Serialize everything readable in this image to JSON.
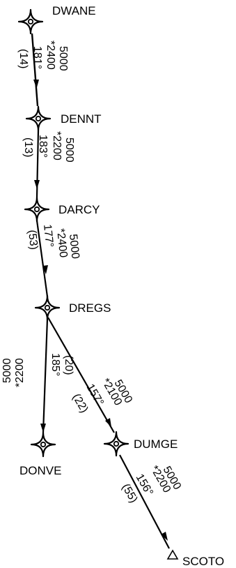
{
  "waypoints": [
    {
      "id": "DWANE",
      "label": "DWANE",
      "symbol": "fly-over-waypoint-icon"
    },
    {
      "id": "DENNT",
      "label": "DENNT",
      "symbol": "fly-over-waypoint-icon"
    },
    {
      "id": "DARCY",
      "label": "DARCY",
      "symbol": "fly-over-waypoint-icon"
    },
    {
      "id": "DREGS",
      "label": "DREGS",
      "symbol": "fly-over-waypoint-icon"
    },
    {
      "id": "DONVE",
      "label": "DONVE",
      "symbol": "fly-over-waypoint-icon"
    },
    {
      "id": "DUMGE",
      "label": "DUMGE",
      "symbol": "fly-over-waypoint-icon"
    },
    {
      "id": "SCOTO",
      "label": "SCOTO",
      "symbol": "triangle-waypoint-icon"
    }
  ],
  "segments": [
    {
      "from": "DWANE",
      "to": "DENNT",
      "max_altitude": "5000",
      "min_altitude": "*2400",
      "course": "181°",
      "distance": "(14)"
    },
    {
      "from": "DENNT",
      "to": "DARCY",
      "max_altitude": "5000",
      "min_altitude": "*2200",
      "course": "183°",
      "distance": "(13)"
    },
    {
      "from": "DARCY",
      "to": "DREGS",
      "max_altitude": "5000",
      "min_altitude": "*2400",
      "course": "177°",
      "distance": "(53)"
    },
    {
      "from": "DREGS",
      "to": "DONVE",
      "max_altitude": "5000",
      "min_altitude": "*2200",
      "course": "185°",
      "distance": "(20)"
    },
    {
      "from": "DREGS",
      "to": "DUMGE",
      "max_altitude": "5000",
      "min_altitude": "*2100",
      "course": "157°",
      "distance": "(22)"
    },
    {
      "from": "DUMGE",
      "to": "SCOTO",
      "max_altitude": "5000",
      "min_altitude": "*2200",
      "course": "156°",
      "distance": "(55)"
    }
  ]
}
